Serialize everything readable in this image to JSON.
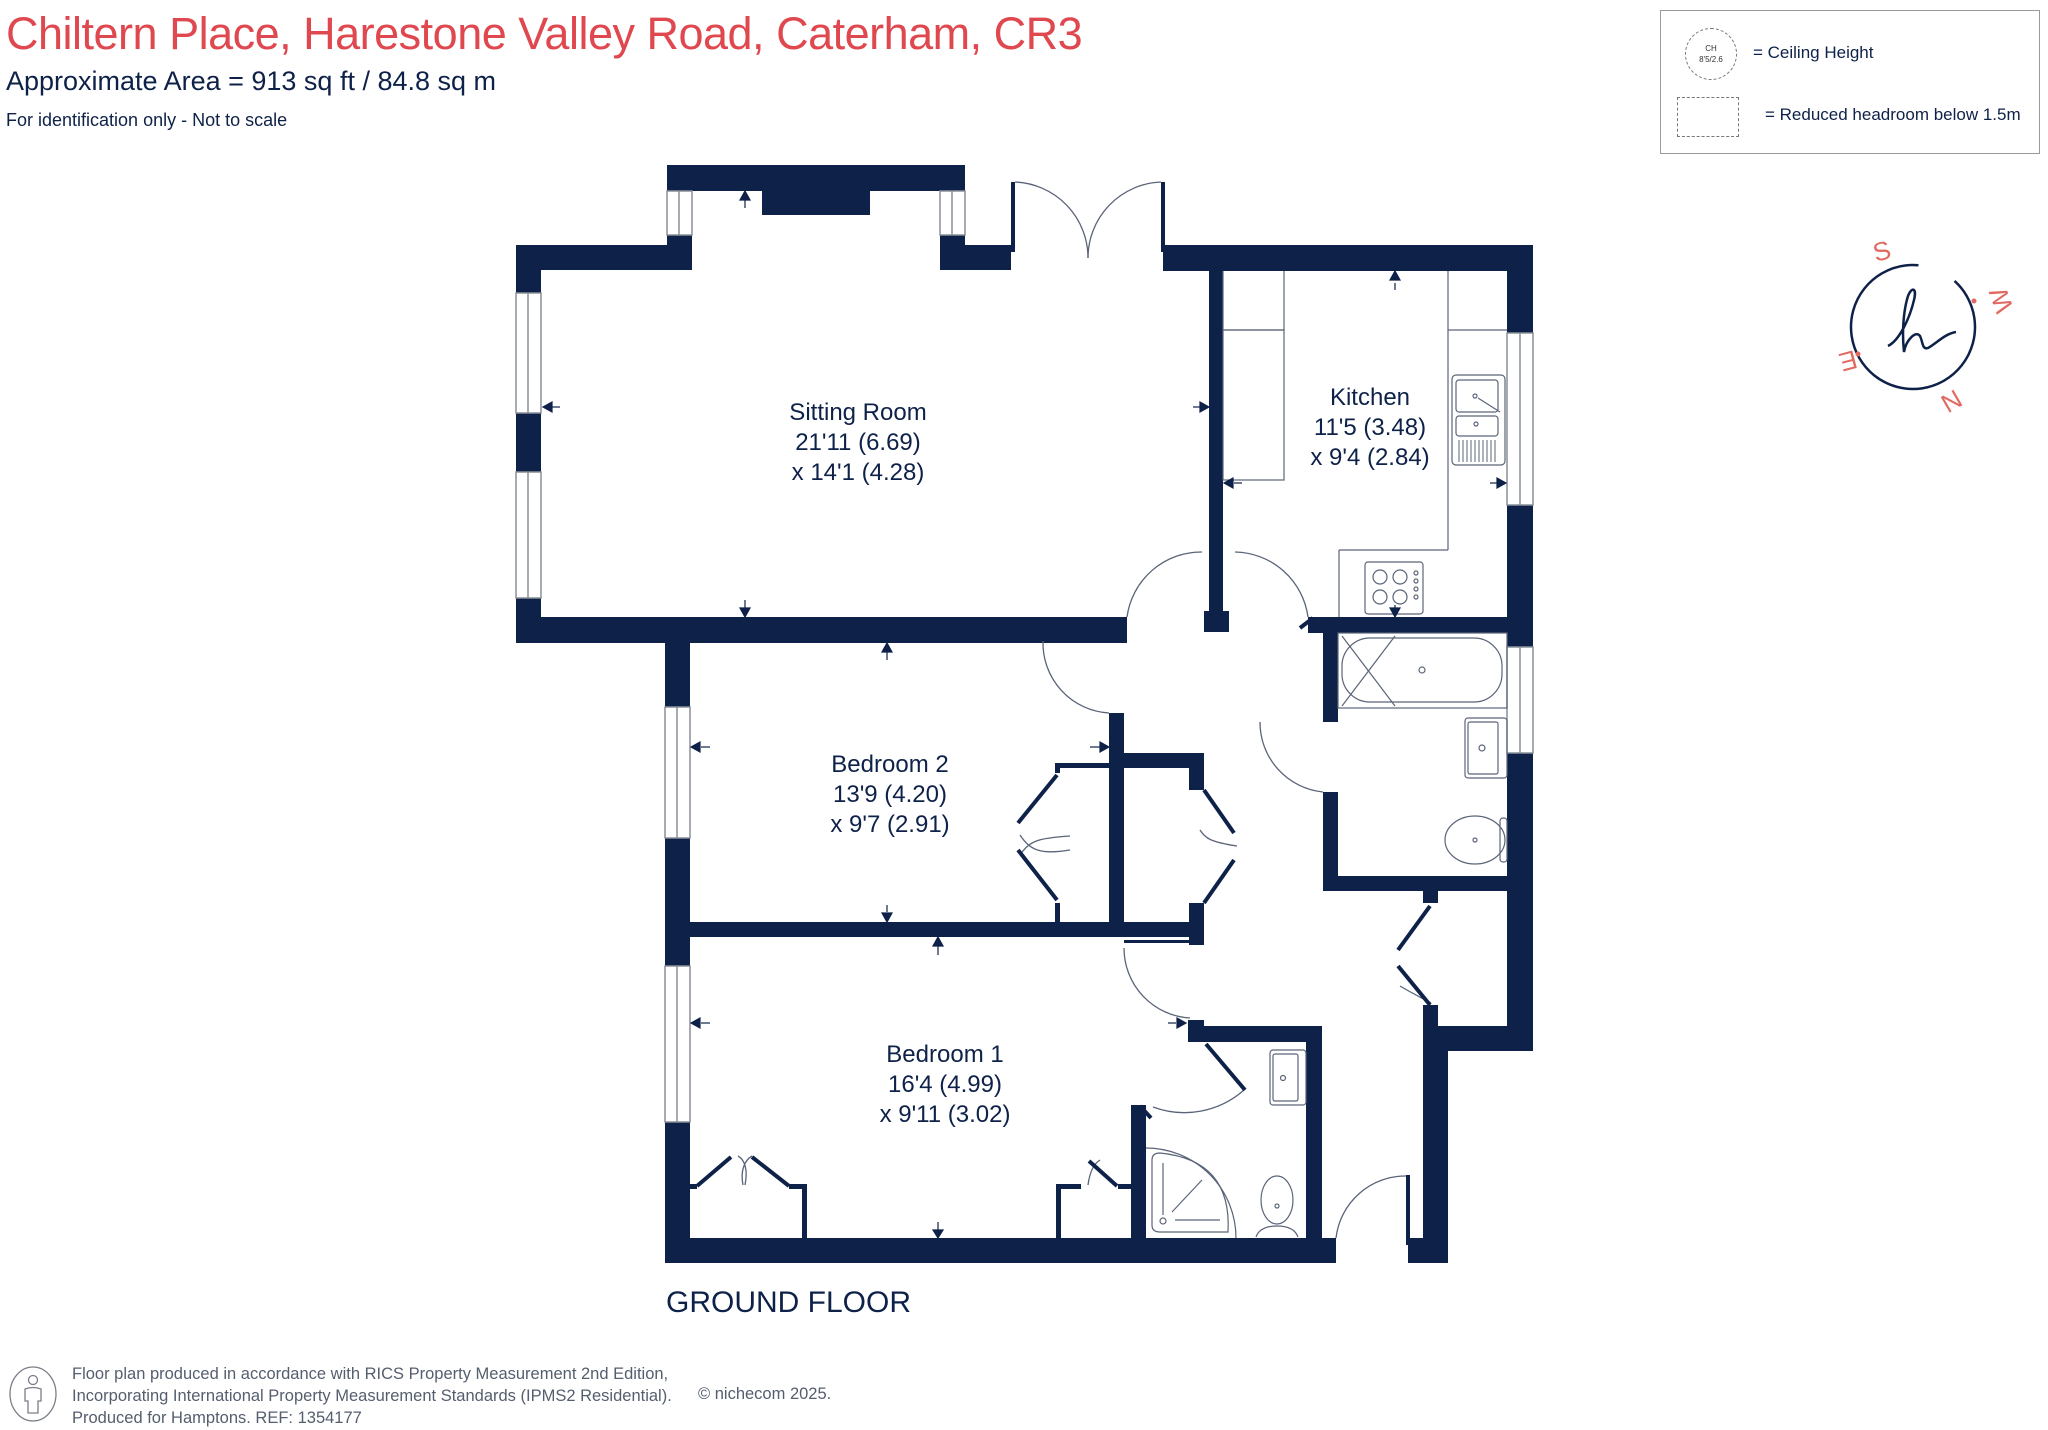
{
  "header": {
    "title": "Chiltern Place, Harestone Valley Road, Caterham, CR3",
    "area": "Approximate Area = 913 sq ft / 84.8 sq m",
    "note": "For identification only - Not to scale"
  },
  "legend": {
    "ceiling_symbol_top": "CH",
    "ceiling_symbol_bottom": "8'5/2.6",
    "ceiling_label": "= Ceiling Height",
    "reduced_label": "= Reduced headroom below 1.5m"
  },
  "compass": {
    "logo": "h",
    "north": "N",
    "south": "S",
    "east": "E",
    "west": "W"
  },
  "rooms": [
    {
      "name": "Sitting Room",
      "dim1": "21'11 (6.69)",
      "dim2": "x 14'1 (4.28)"
    },
    {
      "name": "Kitchen",
      "dim1": "11'5 (3.48)",
      "dim2": "x 9'4 (2.84)"
    },
    {
      "name": "Bedroom 2",
      "dim1": "13'9 (4.20)",
      "dim2": "x 9'7 (2.91)"
    },
    {
      "name": "Bedroom 1",
      "dim1": "16'4 (4.99)",
      "dim2": "x 9'11 (3.02)"
    }
  ],
  "floor_label": "GROUND FLOOR",
  "colors": {
    "wall": "#0e2148",
    "title": "#e04850",
    "fixture_line": "#5a6478"
  },
  "footer": {
    "line1": "Floor plan produced in accordance with RICS Property Measurement 2nd Edition,",
    "line2": "Incorporating International Property Measurement Standards (IPMS2 Residential).",
    "line3": "Produced for Hamptons.  REF:  1354177",
    "copyright": "© nichecom 2025."
  }
}
